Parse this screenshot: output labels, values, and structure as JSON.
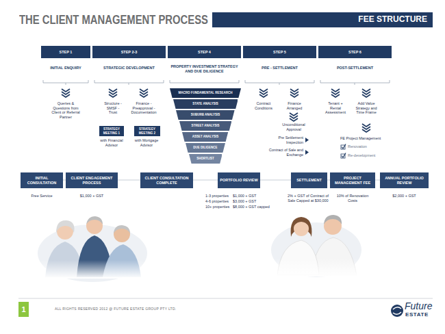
{
  "diagram": {
    "title": "THE CLIENT MANAGEMENT PROCESS",
    "nodes": [
      {
        "text": [
          "FEE STRUCTURE"
        ]
      },
      {
        "text": [
          "STEP 1"
        ]
      },
      {
        "text": [
          "STEP 2-3"
        ]
      },
      {
        "text": [
          "STEP 4"
        ]
      },
      {
        "text": [
          "STEP 5"
        ]
      },
      {
        "text": [
          "STEP 6"
        ]
      },
      {
        "text": [
          "STRATEGY MEETING 1"
        ]
      },
      {
        "text": [
          "STRATEGY MEETING 2"
        ]
      },
      {
        "text": [
          "MACRO FUNDAMENTAL RESEARCH"
        ]
      },
      {
        "text": [
          "STATE ANALYSIS"
        ]
      },
      {
        "text": [
          "SUBURB ANALYSIS"
        ]
      },
      {
        "text": [
          "STREET ANALYSIS"
        ]
      },
      {
        "text": [
          "ASSET ANALYSIS"
        ]
      },
      {
        "text": [
          "DUE DILIGENCE"
        ]
      },
      {
        "text": [
          "SHORTLIST"
        ]
      },
      {
        "text": [
          "INITIAL CONSULTATION"
        ]
      },
      {
        "text": [
          "CLIENT ENGAGEMENT PROCESS"
        ]
      },
      {
        "text": [
          "CLIENT CONSULTATION COMPLETE"
        ]
      },
      {
        "text": [
          "PORTFOLIO REVIEW"
        ]
      },
      {
        "text": [
          "SETTLEMENT"
        ]
      },
      {
        "text": [
          "PROJECT MANAGEMENT FEE"
        ]
      },
      {
        "text": [
          "ANNUAL PORTFOLIO REVIEW"
        ]
      },
      {
        "text": [
          "1"
        ]
      }
    ],
    "labels": [
      "INITIAL ENQUIRY",
      "STRATEGIC DEVELOPMENT",
      "PROPERTY INVESTMENT STRATEGY AND DUE DILIGENCE",
      "PRE - SETTLEMENT",
      "POST-SETTLEMENT",
      "Queries & Questions from Client or Referral Partner",
      "Structure - SMSF - Trust",
      "Finance - Preapproval - Documentation",
      "with Financial Advisor",
      "with Mortgage Advisor",
      "Contract Conditions",
      "Finance Arranged",
      "Unconditional Approval",
      "Pre Settlement Inspection",
      "Contract of Sale and Exchange",
      "Tenant + Rental Assessment",
      "Add Value Strategy and Time Frame",
      "FE Project Management",
      "Renovation",
      "Re-development",
      "Free Service",
      "$1,000 + GST",
      "1-3 properties",
      "$1,000 + GST",
      "4-6 properties",
      "$3,000 + GST",
      "10+ properties",
      "$8,000 + GST capped",
      "2% + GST of Contract of Sale Capped at $30,000",
      "10% of Renovation Costs",
      "$2,000 + GST",
      "ALL RIGHTS RESERVED 2012 @ FUTURE ESTATE GROUP PTY LTD.",
      "Future",
      "ESTATE"
    ]
  }
}
